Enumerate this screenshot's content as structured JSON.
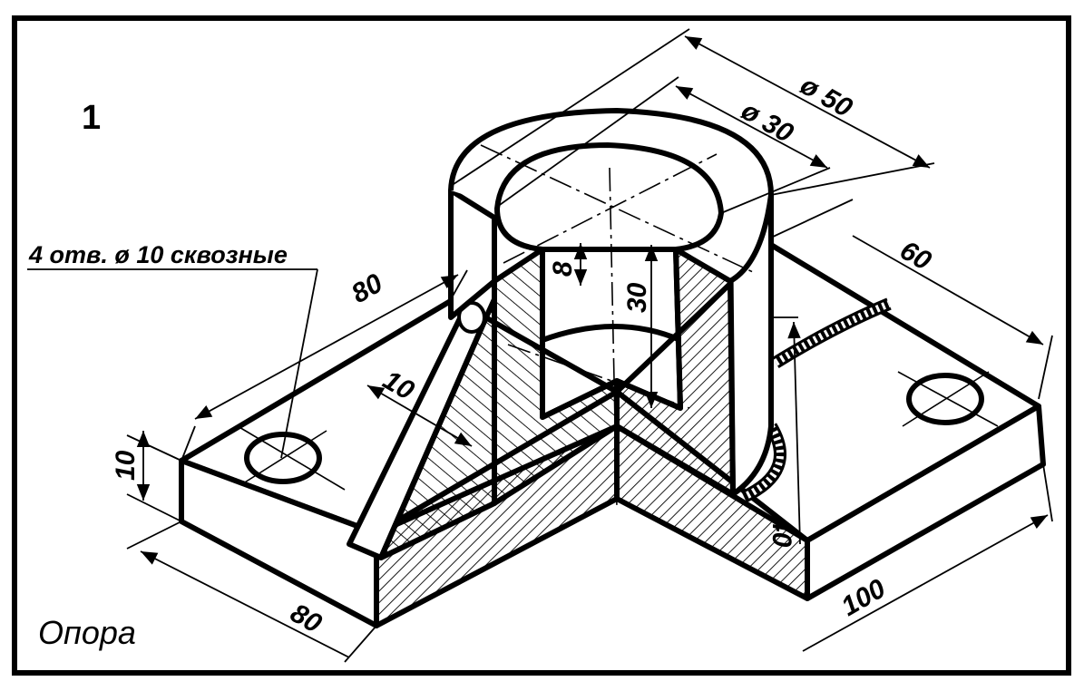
{
  "figure_number": "1",
  "part_name": "Опора",
  "hole_note": "4 отв. ø 10 сквозные",
  "dimensions": {
    "outer_diameter": "ø 50",
    "inner_diameter": "ø 30",
    "base_width_left": "80",
    "base_depth_left": "80",
    "base_thickness": "10",
    "rib_thickness": "10",
    "counterbore_depth": "8",
    "bore_depth": "30",
    "total_height": "40",
    "arm_width_right": "60",
    "arm_length_right": "100"
  }
}
